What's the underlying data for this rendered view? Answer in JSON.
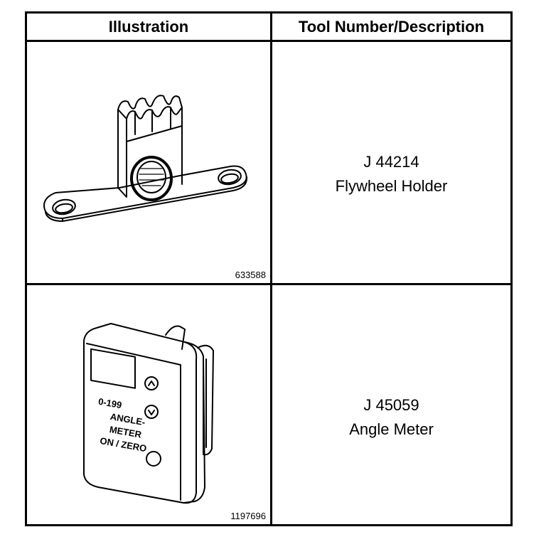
{
  "table": {
    "headers": {
      "illustration": "Illustration",
      "description": "Tool Number/Description"
    },
    "rows": [
      {
        "figure_number": "633588",
        "tool_number": "J 44214",
        "tool_name": "Flywheel Holder",
        "icon": "flywheel-holder-illustration"
      },
      {
        "figure_number": "1197696",
        "tool_number": "J 45059",
        "tool_name": "Angle Meter",
        "icon": "angle-meter-illustration",
        "device_labels": {
          "range": "0-199",
          "title": "ANGLE-METER",
          "button": "ON / ZERO"
        }
      }
    ]
  }
}
